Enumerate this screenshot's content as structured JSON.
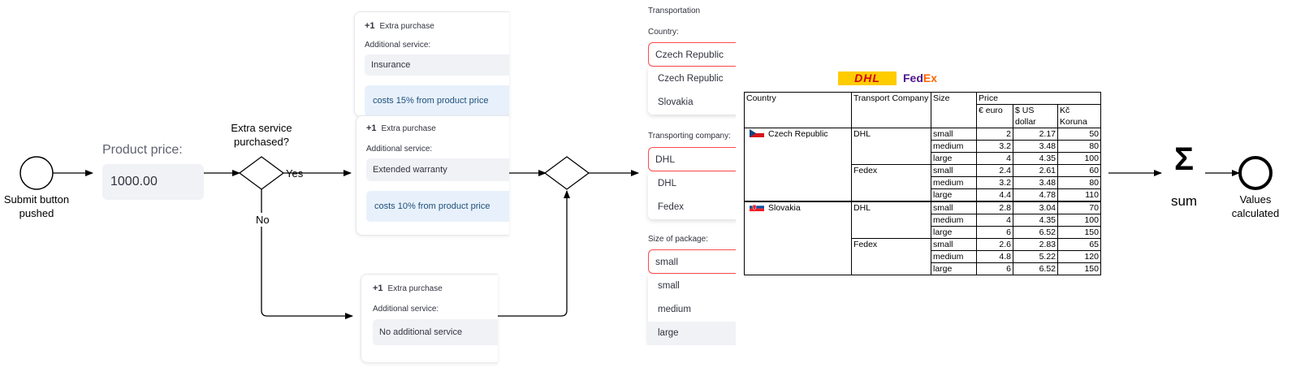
{
  "start_event": {
    "label_line1": "Submit  button",
    "label_line2": "pushed"
  },
  "product": {
    "title": "Product price:",
    "value": "1000.00"
  },
  "gateway": {
    "question_line1": "Extra service",
    "question_line2": "purchased?",
    "yes": "Yes",
    "no": "No"
  },
  "extra_cards": [
    {
      "plus": "+1",
      "header": "Extra purchase",
      "field_label": "Additional service:",
      "value": "Insurance",
      "note": "costs 15% from product price"
    },
    {
      "plus": "+1",
      "header": "Extra purchase",
      "field_label": "Additional service:",
      "value": "Extended warranty",
      "note": "costs 10% from product price"
    },
    {
      "plus": "+1",
      "header": "Extra purchase",
      "field_label": "Additional service:",
      "value": "No additional service"
    }
  ],
  "transport": {
    "title": "Transportation",
    "country_label": "Country:",
    "country_selected": "Czech Republic",
    "country_options": [
      "Czech Republic",
      "Slovakia"
    ],
    "company_label": "Transporting company:",
    "company_selected": "DHL",
    "company_options": [
      "DHL",
      "Fedex"
    ],
    "size_label": "Size of package:",
    "size_selected": "small",
    "size_options": [
      "small",
      "medium",
      "large"
    ]
  },
  "logos": {
    "dhl": "DHL",
    "fedex_fed": "Fed",
    "fedex_ex": "Ex",
    "dhl_color": "#d40511",
    "dhl_bg": "#ffcc00",
    "fedex_purple": "#4d148c",
    "fedex_orange": "#ff6600"
  },
  "price_table": {
    "headers": {
      "country": "Country",
      "company": "Transport Company",
      "size": "Size",
      "price": "Price",
      "euro": "€ euro",
      "usd": "$ US dollar",
      "czk": "Kč Koruna"
    },
    "countries": [
      {
        "name": "Czech Republic",
        "flag": "cz",
        "companies": [
          {
            "name": "DHL",
            "rows": [
              {
                "size": "small",
                "euro": "2",
                "usd": "2.17",
                "czk": "50"
              },
              {
                "size": "medium",
                "euro": "3.2",
                "usd": "3.48",
                "czk": "80"
              },
              {
                "size": "large",
                "euro": "4",
                "usd": "4.35",
                "czk": "100"
              }
            ]
          },
          {
            "name": "Fedex",
            "rows": [
              {
                "size": "small",
                "euro": "2.4",
                "usd": "2.61",
                "czk": "60"
              },
              {
                "size": "medium",
                "euro": "3.2",
                "usd": "3.48",
                "czk": "80"
              },
              {
                "size": "large",
                "euro": "4.4",
                "usd": "4.78",
                "czk": "110"
              }
            ]
          }
        ]
      },
      {
        "name": "Slovakia",
        "flag": "sk",
        "companies": [
          {
            "name": "DHL",
            "rows": [
              {
                "size": "small",
                "euro": "2.8",
                "usd": "3.04",
                "czk": "70"
              },
              {
                "size": "medium",
                "euro": "4",
                "usd": "4.35",
                "czk": "100"
              },
              {
                "size": "large",
                "euro": "6",
                "usd": "6.52",
                "czk": "150"
              }
            ]
          },
          {
            "name": "Fedex",
            "rows": [
              {
                "size": "small",
                "euro": "2.6",
                "usd": "2.83",
                "czk": "65"
              },
              {
                "size": "medium",
                "euro": "4.8",
                "usd": "5.22",
                "czk": "120"
              },
              {
                "size": "large",
                "euro": "6",
                "usd": "6.52",
                "czk": "150"
              }
            ]
          }
        ]
      }
    ]
  },
  "sum": {
    "symbol": "Σ",
    "label": "sum"
  },
  "end_event": {
    "label_line1": "Values",
    "label_line2": "calculated"
  }
}
